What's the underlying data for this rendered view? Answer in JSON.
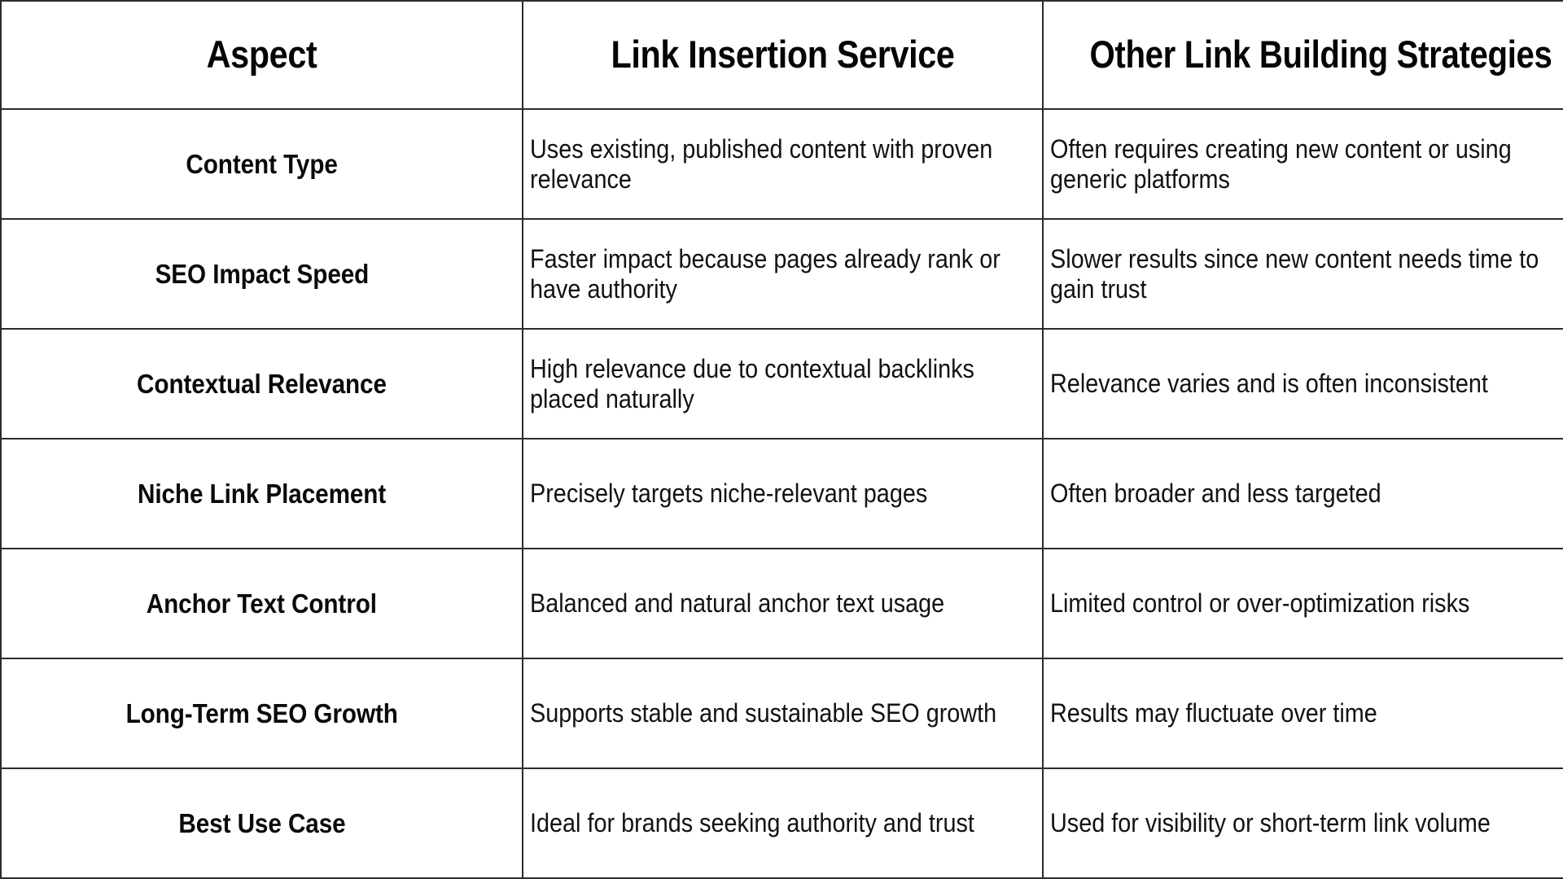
{
  "table": {
    "columns": [
      {
        "key": "aspect",
        "label": "Aspect"
      },
      {
        "key": "service",
        "label": "Link Insertion Service"
      },
      {
        "key": "other",
        "label": "Other Link Building Strategies"
      }
    ],
    "rows": [
      {
        "aspect": "Content Type",
        "service": "Uses existing, published content with proven relevance",
        "other": "Often requires creating new content or using generic platforms"
      },
      {
        "aspect": "SEO Impact Speed",
        "service": "Faster impact because pages already rank or have authority",
        "other": "Slower results since new content needs time to gain trust"
      },
      {
        "aspect": "Contextual Relevance",
        "service": "High relevance due to contextual backlinks placed naturally",
        "other": "Relevance varies and is often inconsistent"
      },
      {
        "aspect": "Niche Link Placement",
        "service": "Precisely targets niche-relevant pages",
        "other": "Often broader and less targeted"
      },
      {
        "aspect": "Anchor Text Control",
        "service": "Balanced and natural anchor text usage",
        "other": "Limited control or over-optimization risks"
      },
      {
        "aspect": "Long-Term SEO Growth",
        "service": "Supports stable and sustainable SEO growth",
        "other": "Results may fluctuate over time"
      },
      {
        "aspect": "Best Use Case",
        "service": "Ideal for brands seeking authority and trust",
        "other": "Used for visibility or short-term link volume"
      }
    ]
  },
  "style": {
    "border_color": "#2b2b2b",
    "text_color": "#0a0a0a",
    "background": "#ffffff"
  }
}
